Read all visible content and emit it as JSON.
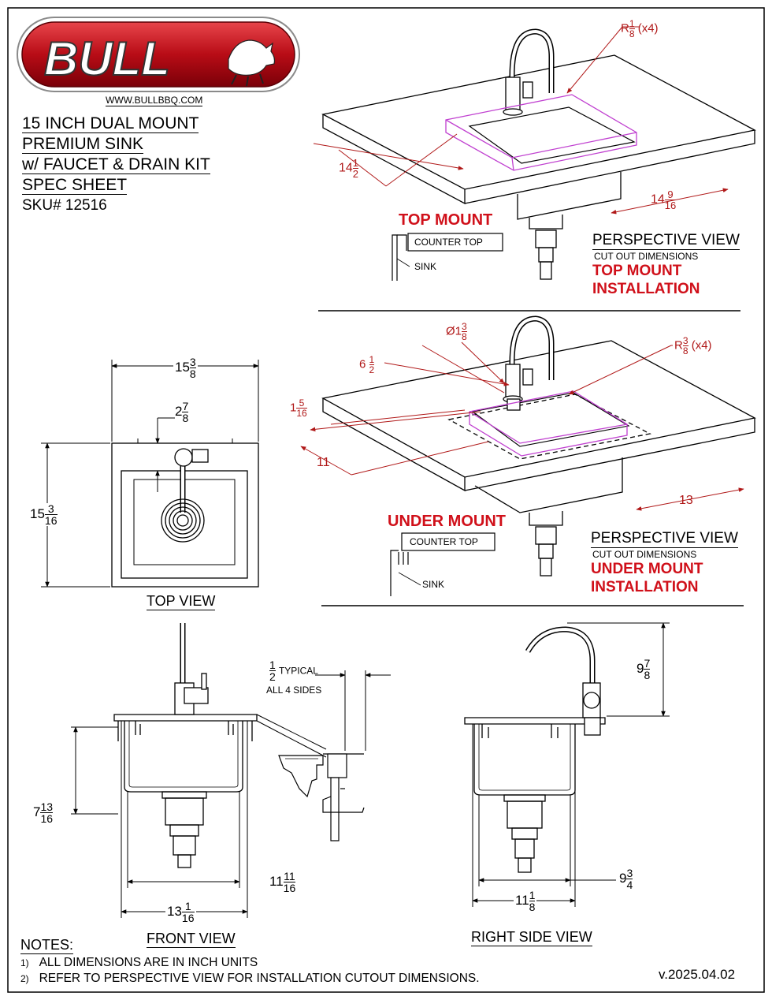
{
  "brand": {
    "logo_text": "BULL",
    "website": "WWW.BULLBBQ.COM",
    "colors": {
      "logo_red": "#c0101a",
      "accent_red": "#d0101a",
      "cutout_magenta": "#c040d0",
      "dim_red": "#b01818"
    }
  },
  "title": {
    "line1": "15 INCH DUAL MOUNT",
    "line2": "PREMIUM SINK",
    "line3": "w/ FAUCET & DRAIN KIT",
    "line4": "SPEC SHEET",
    "sku": "SKU# 12516"
  },
  "top_mount": {
    "heading": "TOP MOUNT",
    "counter_label": "COUNTER TOP",
    "sink_label": "SINK",
    "view_title": "PERSPECTIVE VIEW",
    "view_sub": "CUT OUT DIMENSIONS",
    "install_line1": "TOP MOUNT",
    "install_line2": "INSTALLATION",
    "dims": {
      "radius": {
        "prefix": "R",
        "num": "1",
        "den": "8",
        "suffix": "(x4)"
      },
      "depth": {
        "whole": "14",
        "num": "1",
        "den": "2"
      },
      "width": {
        "whole": "14",
        "num": "9",
        "den": "16"
      }
    }
  },
  "under_mount": {
    "heading": "UNDER MOUNT",
    "counter_label": "COUNTER TOP",
    "sink_label": "SINK",
    "view_title": "PERSPECTIVE VIEW",
    "view_sub": "CUT OUT DIMENSIONS",
    "install_line1": "UNDER MOUNT",
    "install_line2": "INSTALLATION",
    "dims": {
      "hole": {
        "prefix": "Ø",
        "whole": "1",
        "num": "3",
        "den": "8"
      },
      "radius": {
        "prefix": "R",
        "num": "3",
        "den": "8",
        "suffix": "(x4)"
      },
      "offset_a": {
        "whole": "6",
        "num": "1",
        "den": "2"
      },
      "offset_b": {
        "whole": "1",
        "num": "5",
        "den": "16"
      },
      "depth": "11",
      "width": "13"
    }
  },
  "top_view": {
    "label": "TOP VIEW",
    "width": {
      "whole": "15",
      "num": "3",
      "den": "8"
    },
    "height": {
      "whole": "15",
      "num": "3",
      "den": "16"
    },
    "faucet_offset": {
      "whole": "2",
      "num": "7",
      "den": "8"
    }
  },
  "front_view": {
    "label": "FRONT VIEW",
    "typical_note": {
      "num": "1",
      "den": "2",
      "line1": "TYPICAL",
      "line2": "ALL 4 SIDES"
    },
    "bowl_depth": {
      "whole": "7",
      "num": "13",
      "den": "16"
    },
    "inner_width": {
      "whole": "11",
      "num": "11",
      "den": "16"
    },
    "outer_width": {
      "whole": "13",
      "num": "1",
      "den": "16"
    }
  },
  "right_view": {
    "label": "RIGHT SIDE VIEW",
    "faucet_height": {
      "whole": "9",
      "num": "7",
      "den": "8"
    },
    "inner_width": {
      "whole": "9",
      "num": "3",
      "den": "4"
    },
    "outer_width": {
      "whole": "11",
      "num": "1",
      "den": "8"
    }
  },
  "notes": {
    "heading": "NOTES:",
    "items": [
      {
        "num": "1)",
        "text": "ALL DIMENSIONS ARE IN INCH UNITS"
      },
      {
        "num": "2)",
        "text": "REFER TO PERSPECTIVE VIEW FOR INSTALLATION CUTOUT DIMENSIONS."
      }
    ]
  },
  "version": "v.2025.04.02"
}
